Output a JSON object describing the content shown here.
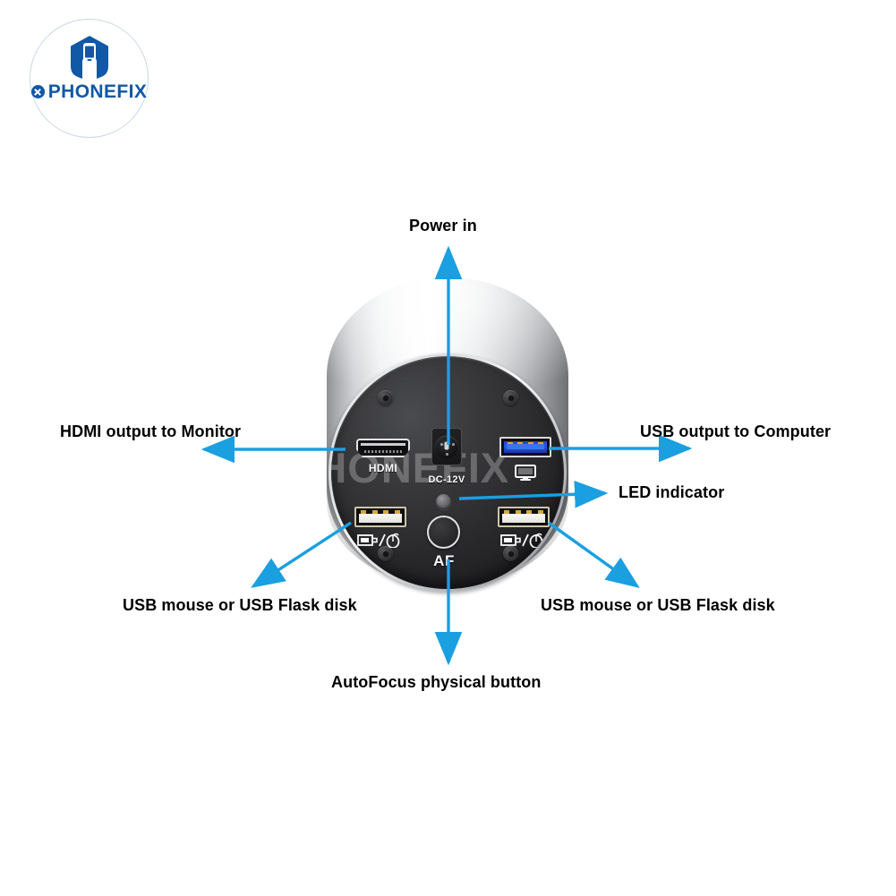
{
  "brand": {
    "name": "PHONEFIX",
    "mark_icon": "x-circle-icon",
    "hex_icon": "phonefix-hexagon-logo-icon",
    "color": "#1158a6"
  },
  "watermark": {
    "text": "PHONEFIX",
    "mark_icon": "x-circle-icon"
  },
  "device": {
    "name": "industrial-camera-rear-panel",
    "ports": {
      "hdmi_label": "HDMI",
      "dc_label": "DC-12V",
      "af_label": "AF",
      "usb3_icon": "monitor-icon",
      "usb2_left_icon": "usb-mouse-icon",
      "usb2_right_icon": "usb-mouse-icon",
      "dc_jack_icon": "dc-power-jack-icon",
      "led_icon": "led-indicator-dot"
    }
  },
  "callouts": [
    {
      "id": "power-in",
      "text": "Power in",
      "arrow": "up"
    },
    {
      "id": "hdmi-output",
      "text": "HDMI output to Monitor",
      "arrow": "left"
    },
    {
      "id": "usb-output",
      "text": "USB output to Computer",
      "arrow": "right"
    },
    {
      "id": "led-indicator",
      "text": "LED indicator",
      "arrow": "right"
    },
    {
      "id": "usb-left",
      "text": "USB mouse or USB Flask disk",
      "arrow": "down-left"
    },
    {
      "id": "usb-right",
      "text": "USB mouse or USB Flask disk",
      "arrow": "down-right"
    },
    {
      "id": "autofocus",
      "text": "AutoFocus physical button",
      "arrow": "down"
    }
  ],
  "colors": {
    "arrow": "#1a9fe0",
    "text": "#000000",
    "background": "#ffffff",
    "usb3_blue": "#2757e8",
    "brand_blue": "#1158a6"
  }
}
